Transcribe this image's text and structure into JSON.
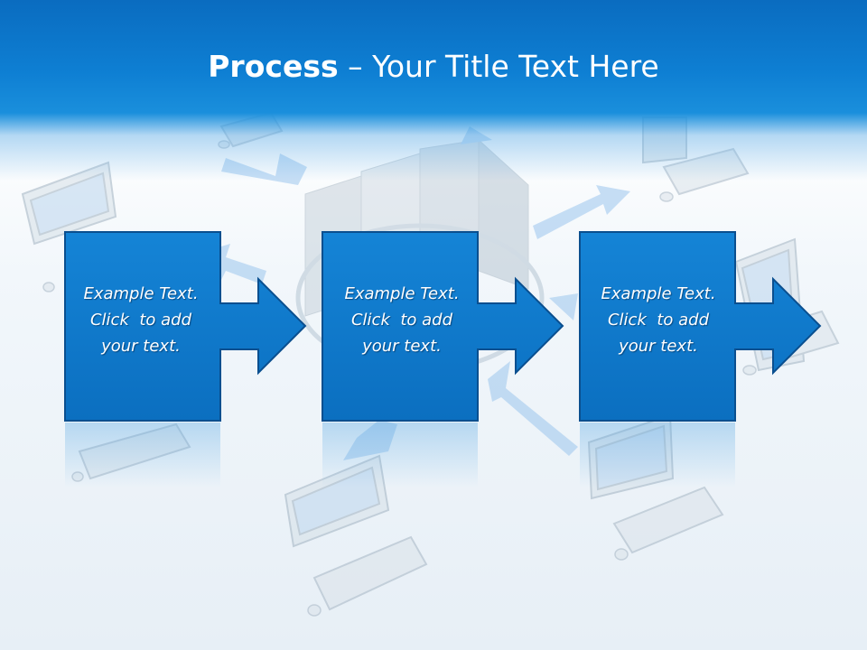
{
  "title": {
    "bold": "Process",
    "rest": " – Your Title Text Here"
  },
  "steps": [
    {
      "line1": "Example Text.",
      "line2": "Click  to add",
      "line3": "your text."
    },
    {
      "line1": "Example Text.",
      "line2": "Click  to add",
      "line3": "your text."
    },
    {
      "line1": "Example Text.",
      "line2": "Click  to add",
      "line3": "your text."
    }
  ],
  "colors": {
    "header": "#0a6cc0",
    "box_fill": "#0f79c9",
    "box_border": "#0a4f8f",
    "art": "#9fb8ce",
    "art_arrow": "#8fbde8"
  }
}
